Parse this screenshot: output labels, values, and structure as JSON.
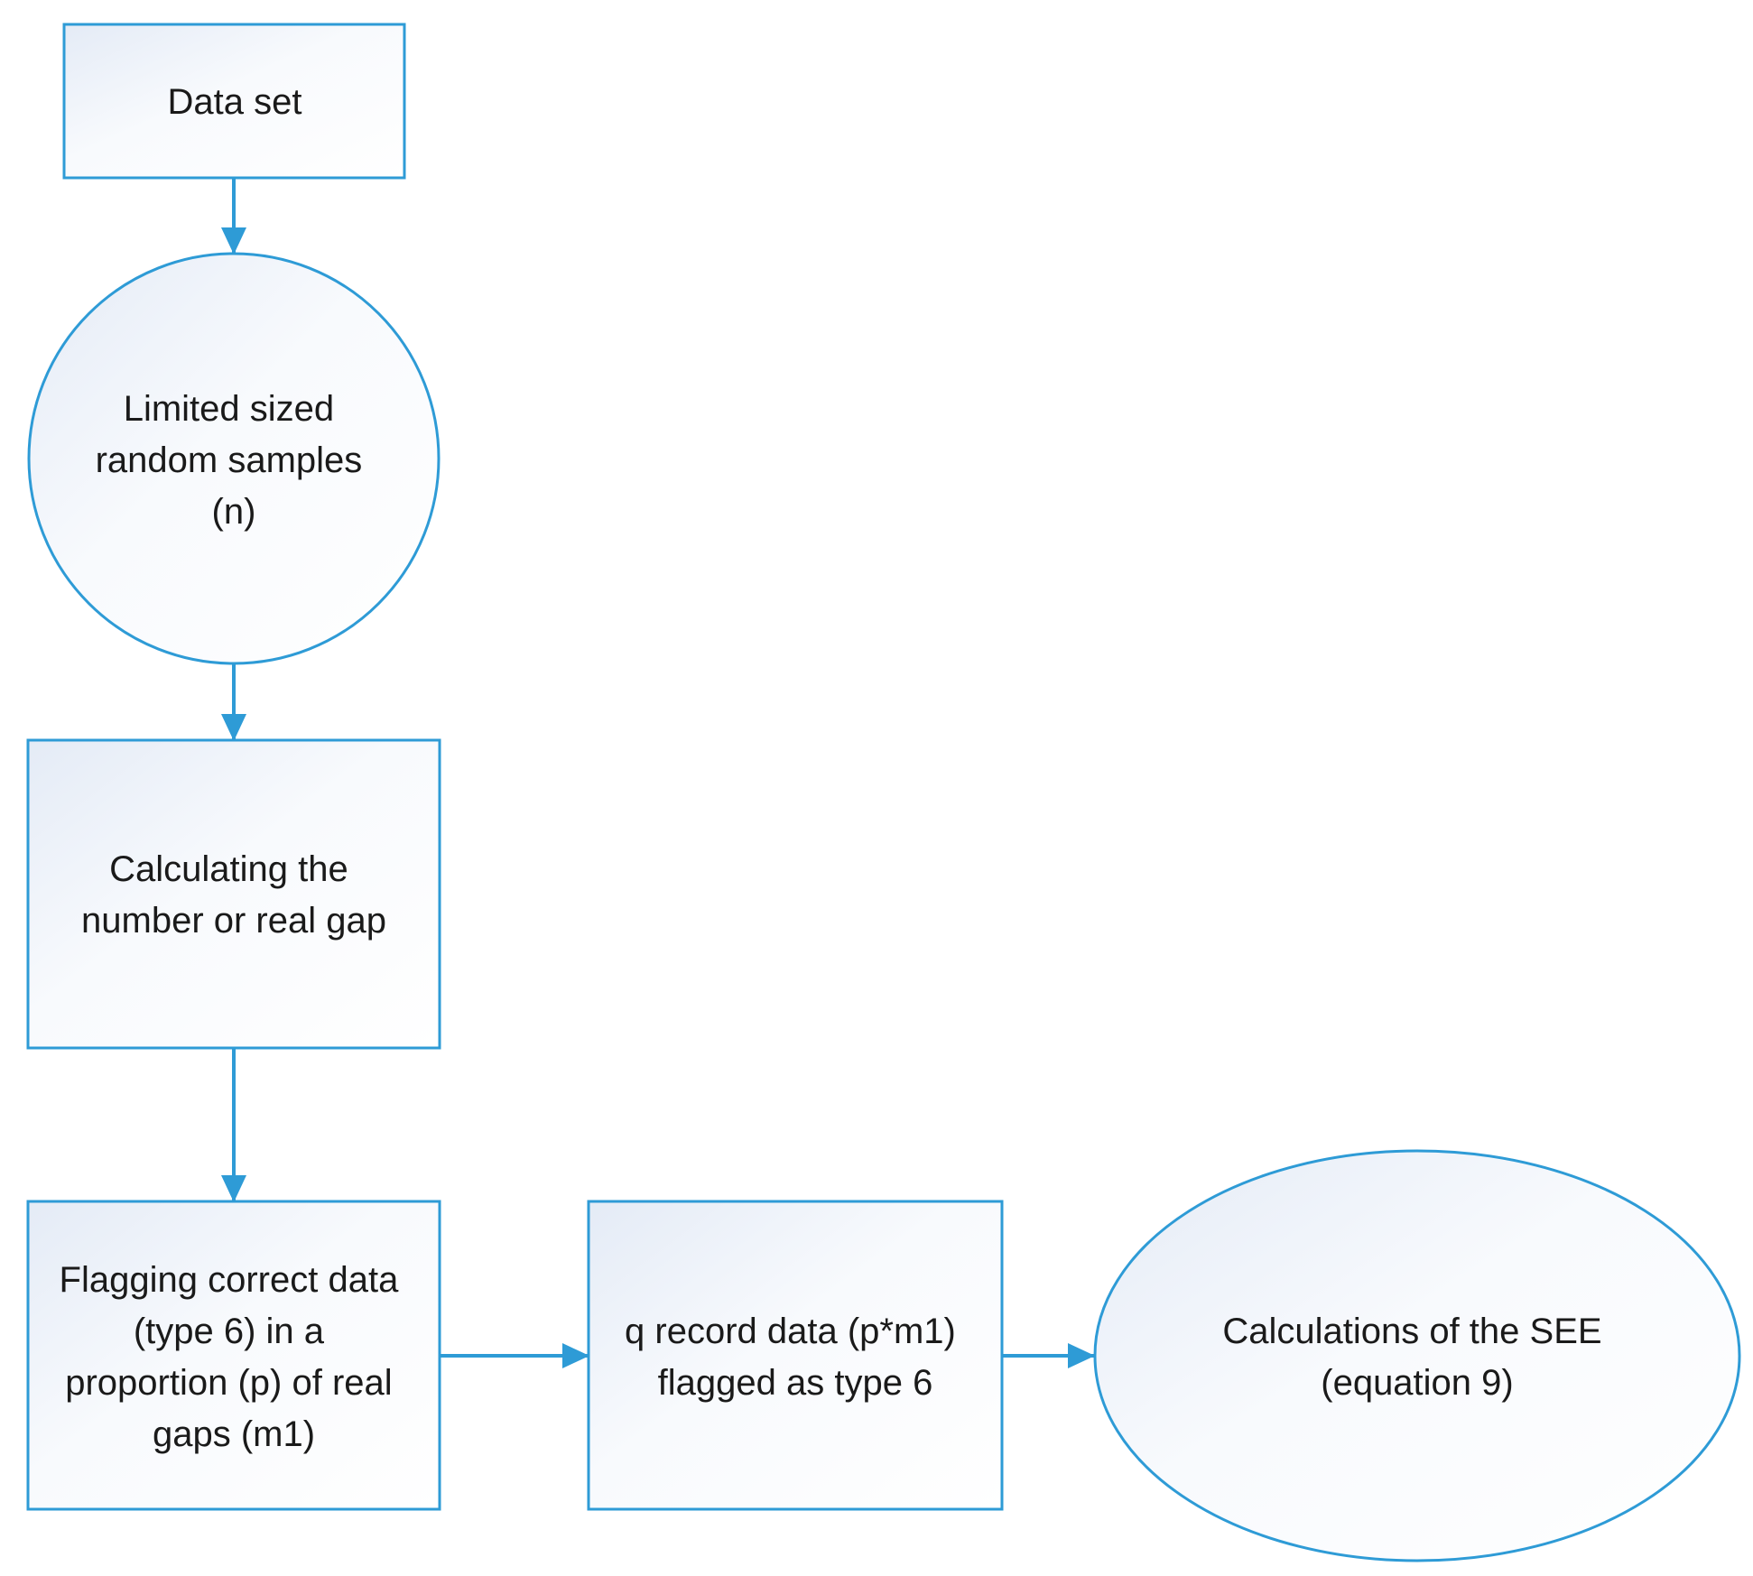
{
  "diagram": {
    "accent_color": "#2e9bd6",
    "nodes": {
      "data_set": {
        "shape": "rectangle",
        "lines": [
          "Data set"
        ]
      },
      "random_samples": {
        "shape": "circle",
        "lines": [
          "Limited sized",
          "random samples",
          "(n)"
        ]
      },
      "calculating_gap": {
        "shape": "rectangle",
        "lines": [
          "Calculating the",
          "number or real gap"
        ]
      },
      "flagging": {
        "shape": "rectangle",
        "lines": [
          "Flagging correct data",
          "(type 6) in a",
          "proportion (p) of real",
          "gaps (m1)"
        ]
      },
      "q_record": {
        "shape": "rectangle",
        "lines": [
          "q record data (p*m1)",
          "flagged as type 6"
        ]
      },
      "see_calc": {
        "shape": "ellipse",
        "lines": [
          "Calculations of the SEE",
          "(equation 9)"
        ]
      }
    },
    "edges": [
      {
        "from": "data_set",
        "to": "random_samples"
      },
      {
        "from": "random_samples",
        "to": "calculating_gap"
      },
      {
        "from": "calculating_gap",
        "to": "flagging"
      },
      {
        "from": "flagging",
        "to": "q_record"
      },
      {
        "from": "q_record",
        "to": "see_calc"
      }
    ]
  }
}
